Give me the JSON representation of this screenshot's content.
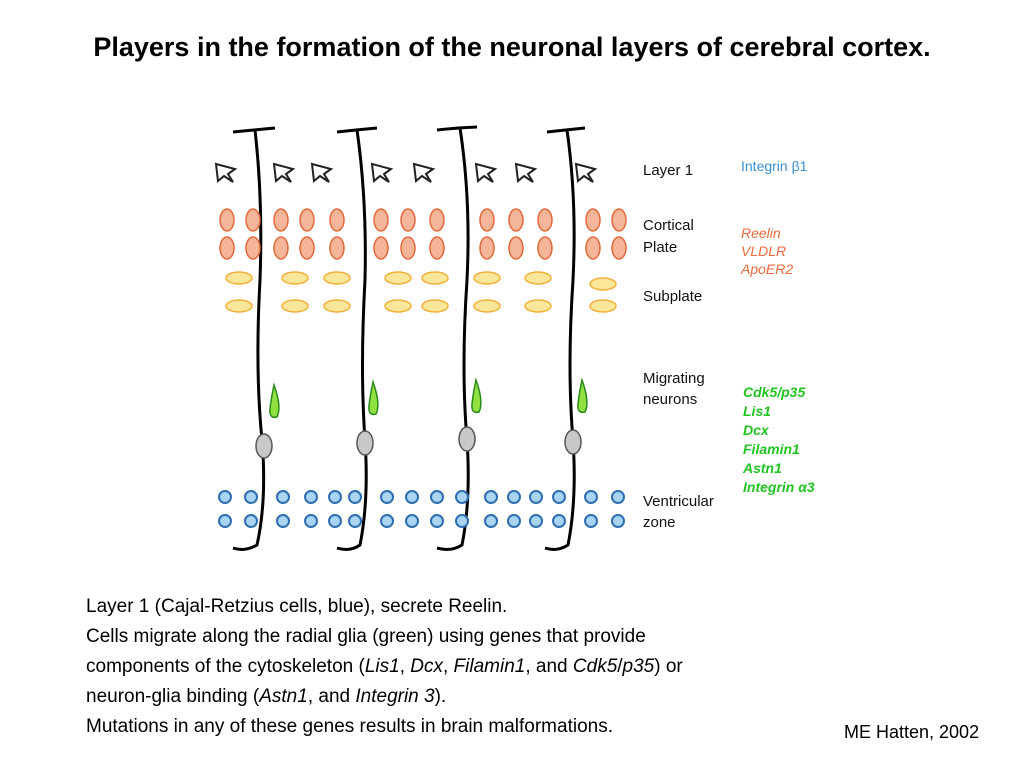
{
  "title": "Players in the formation of the neuronal layers of cerebral cortex.",
  "figure": {
    "layers": [
      {
        "label_lines": [
          "Layer 1"
        ],
        "genes": [
          "Integrin β1"
        ],
        "gene_color": "#3a8fd6"
      },
      {
        "label_lines": [
          "Cortical",
          "Plate"
        ],
        "genes": [
          "Reelin",
          "VLDLR",
          "ApoER2"
        ],
        "gene_color": "#ec6a3b"
      },
      {
        "label_lines": [
          "Subplate"
        ],
        "genes": [],
        "gene_color": ""
      },
      {
        "label_lines": [
          "Migrating",
          "neurons"
        ],
        "genes": [
          "Cdk5/p35",
          "Lis1",
          "Dcx",
          "Filamin1",
          "Astn1",
          "Integrin α3"
        ],
        "gene_color": "#22c422"
      },
      {
        "label_lines": [
          "Ventricular",
          "zone"
        ],
        "genes": [],
        "gene_color": ""
      }
    ],
    "colors": {
      "cajal_retzius": "#3a8fd6",
      "cortical_plate_cell": "#f4b59b",
      "cortical_plate_outline": "#e06a3a",
      "subplate_cell": "#fbe79a",
      "subplate_outline": "#f0b03a",
      "migrating_neuron": "#8fe040",
      "migrating_outline": "#2a8a1a",
      "soma": "#c8c8c8",
      "ventricular_cell": "#a8d4f2",
      "ventricular_outline": "#2f6fb0",
      "glia": "#000000"
    }
  },
  "caption": {
    "line1": "Layer 1 (Cajal-Retzius cells, blue), secrete Reelin.",
    "line2": "Cells migrate along the radial glia (green) using genes that provide",
    "line3_a": "components of the cytoskeleton (",
    "line3_lis1": "Lis1",
    "line3_sep1": ", ",
    "line3_dcx": "Dcx",
    "line3_sep2": ", ",
    "line3_filamin1": "Filamin1",
    "line3_sep3": ", and ",
    "line3_cdk5": "Cdk5",
    "line3_slash": "/",
    "line3_p35": "p35",
    "line3_b": ") or",
    "line4_a": "neuron-glia binding (",
    "line4_astn1": "Astn1",
    "line4_sep": ", and ",
    "line4_integrin": "Integrin  3",
    "line4_b": ").",
    "line5": "Mutations in any of these genes results in brain malformations."
  },
  "citation": "ME Hatten, 2002"
}
